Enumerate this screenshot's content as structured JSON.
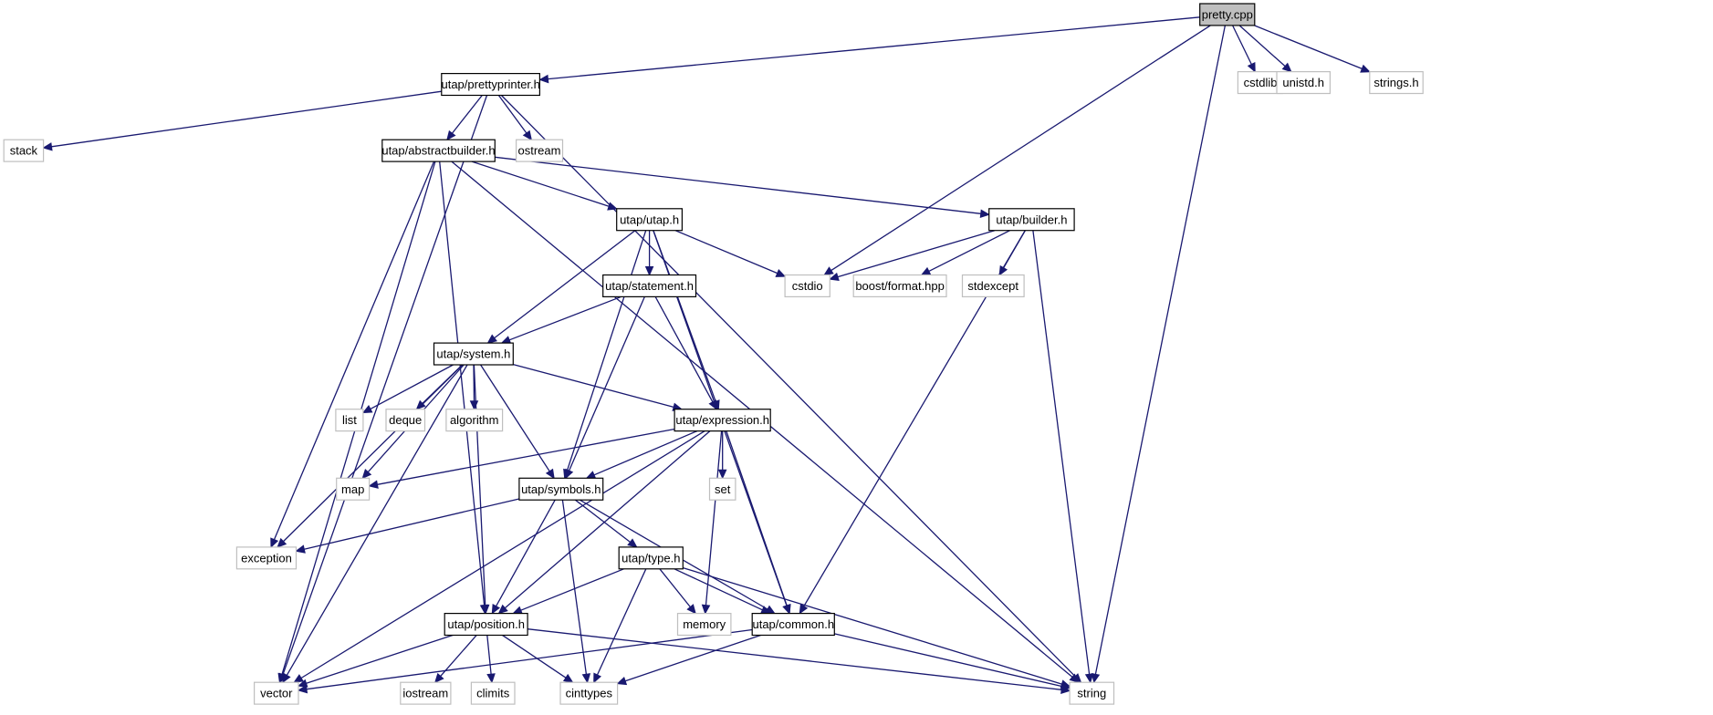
{
  "colors": {
    "edge": "#191970",
    "internal_border": "#000000",
    "external_border": "#bfbfbf",
    "root_fill": "#bfbfbf",
    "fill": "#ffffff"
  },
  "nodes": [
    {
      "id": "pretty_cpp",
      "label": "pretty.cpp",
      "kind": "root"
    },
    {
      "id": "prettyprinter_h",
      "label": "utap/prettyprinter.h",
      "kind": "internal"
    },
    {
      "id": "cstdlib",
      "label": "cstdlib",
      "kind": "external"
    },
    {
      "id": "unistd_h",
      "label": "unistd.h",
      "kind": "external"
    },
    {
      "id": "strings_h",
      "label": "strings.h",
      "kind": "external"
    },
    {
      "id": "stack",
      "label": "stack",
      "kind": "external"
    },
    {
      "id": "abstractbuilder_h",
      "label": "utap/abstractbuilder.h",
      "kind": "internal"
    },
    {
      "id": "ostream",
      "label": "ostream",
      "kind": "external"
    },
    {
      "id": "utap_h",
      "label": "utap/utap.h",
      "kind": "internal"
    },
    {
      "id": "builder_h",
      "label": "utap/builder.h",
      "kind": "internal"
    },
    {
      "id": "statement_h",
      "label": "utap/statement.h",
      "kind": "internal"
    },
    {
      "id": "cstdio",
      "label": "cstdio",
      "kind": "external"
    },
    {
      "id": "boost_format",
      "label": "boost/format.hpp",
      "kind": "external"
    },
    {
      "id": "stdexcept",
      "label": "stdexcept",
      "kind": "external"
    },
    {
      "id": "system_h",
      "label": "utap/system.h",
      "kind": "internal"
    },
    {
      "id": "list",
      "label": "list",
      "kind": "external"
    },
    {
      "id": "deque",
      "label": "deque",
      "kind": "external"
    },
    {
      "id": "algorithm",
      "label": "algorithm",
      "kind": "external"
    },
    {
      "id": "expression_h",
      "label": "utap/expression.h",
      "kind": "internal"
    },
    {
      "id": "map",
      "label": "map",
      "kind": "external"
    },
    {
      "id": "set",
      "label": "set",
      "kind": "external"
    },
    {
      "id": "symbols_h",
      "label": "utap/symbols.h",
      "kind": "internal"
    },
    {
      "id": "exception",
      "label": "exception",
      "kind": "external"
    },
    {
      "id": "type_h",
      "label": "utap/type.h",
      "kind": "internal"
    },
    {
      "id": "position_h",
      "label": "utap/position.h",
      "kind": "internal"
    },
    {
      "id": "memory",
      "label": "memory",
      "kind": "external"
    },
    {
      "id": "common_h",
      "label": "utap/common.h",
      "kind": "internal"
    },
    {
      "id": "vector",
      "label": "vector",
      "kind": "external"
    },
    {
      "id": "iostream",
      "label": "iostream",
      "kind": "external"
    },
    {
      "id": "climits",
      "label": "climits",
      "kind": "external"
    },
    {
      "id": "cinttypes",
      "label": "cinttypes",
      "kind": "external"
    },
    {
      "id": "string",
      "label": "string",
      "kind": "external"
    }
  ],
  "edges": [
    [
      "pretty_cpp",
      "prettyprinter_h"
    ],
    [
      "pretty_cpp",
      "cstdio"
    ],
    [
      "pretty_cpp",
      "cstdlib"
    ],
    [
      "pretty_cpp",
      "unistd_h"
    ],
    [
      "pretty_cpp",
      "strings_h"
    ],
    [
      "pretty_cpp",
      "string"
    ],
    [
      "prettyprinter_h",
      "stack"
    ],
    [
      "prettyprinter_h",
      "vector"
    ],
    [
      "prettyprinter_h",
      "abstractbuilder_h"
    ],
    [
      "prettyprinter_h",
      "ostream"
    ],
    [
      "prettyprinter_h",
      "string"
    ],
    [
      "abstractbuilder_h",
      "vector"
    ],
    [
      "abstractbuilder_h",
      "position_h"
    ],
    [
      "abstractbuilder_h",
      "exception"
    ],
    [
      "abstractbuilder_h",
      "utap_h"
    ],
    [
      "abstractbuilder_h",
      "builder_h"
    ],
    [
      "abstractbuilder_h",
      "string"
    ],
    [
      "utap_h",
      "system_h"
    ],
    [
      "utap_h",
      "symbols_h"
    ],
    [
      "utap_h",
      "statement_h"
    ],
    [
      "utap_h",
      "expression_h"
    ],
    [
      "utap_h",
      "common_h"
    ],
    [
      "utap_h",
      "cstdio"
    ],
    [
      "builder_h",
      "cstdio"
    ],
    [
      "builder_h",
      "boost_format"
    ],
    [
      "builder_h",
      "stdexcept"
    ],
    [
      "builder_h",
      "common_h"
    ],
    [
      "builder_h",
      "string"
    ],
    [
      "statement_h",
      "system_h"
    ],
    [
      "statement_h",
      "symbols_h"
    ],
    [
      "statement_h",
      "expression_h"
    ],
    [
      "system_h",
      "vector"
    ],
    [
      "system_h",
      "exception"
    ],
    [
      "system_h",
      "position_h"
    ],
    [
      "system_h",
      "list"
    ],
    [
      "system_h",
      "deque"
    ],
    [
      "system_h",
      "algorithm"
    ],
    [
      "system_h",
      "map"
    ],
    [
      "system_h",
      "symbols_h"
    ],
    [
      "system_h",
      "expression_h"
    ],
    [
      "expression_h",
      "map"
    ],
    [
      "expression_h",
      "vector"
    ],
    [
      "expression_h",
      "symbols_h"
    ],
    [
      "expression_h",
      "set"
    ],
    [
      "expression_h",
      "position_h"
    ],
    [
      "expression_h",
      "common_h"
    ],
    [
      "expression_h",
      "memory"
    ],
    [
      "symbols_h",
      "exception"
    ],
    [
      "symbols_h",
      "position_h"
    ],
    [
      "symbols_h",
      "type_h"
    ],
    [
      "symbols_h",
      "cinttypes"
    ],
    [
      "symbols_h",
      "common_h"
    ],
    [
      "type_h",
      "position_h"
    ],
    [
      "type_h",
      "memory"
    ],
    [
      "type_h",
      "common_h"
    ],
    [
      "type_h",
      "cinttypes"
    ],
    [
      "type_h",
      "string"
    ],
    [
      "position_h",
      "vector"
    ],
    [
      "position_h",
      "iostream"
    ],
    [
      "position_h",
      "climits"
    ],
    [
      "position_h",
      "cinttypes"
    ],
    [
      "position_h",
      "string"
    ],
    [
      "common_h",
      "vector"
    ],
    [
      "common_h",
      "cinttypes"
    ],
    [
      "common_h",
      "string"
    ]
  ]
}
